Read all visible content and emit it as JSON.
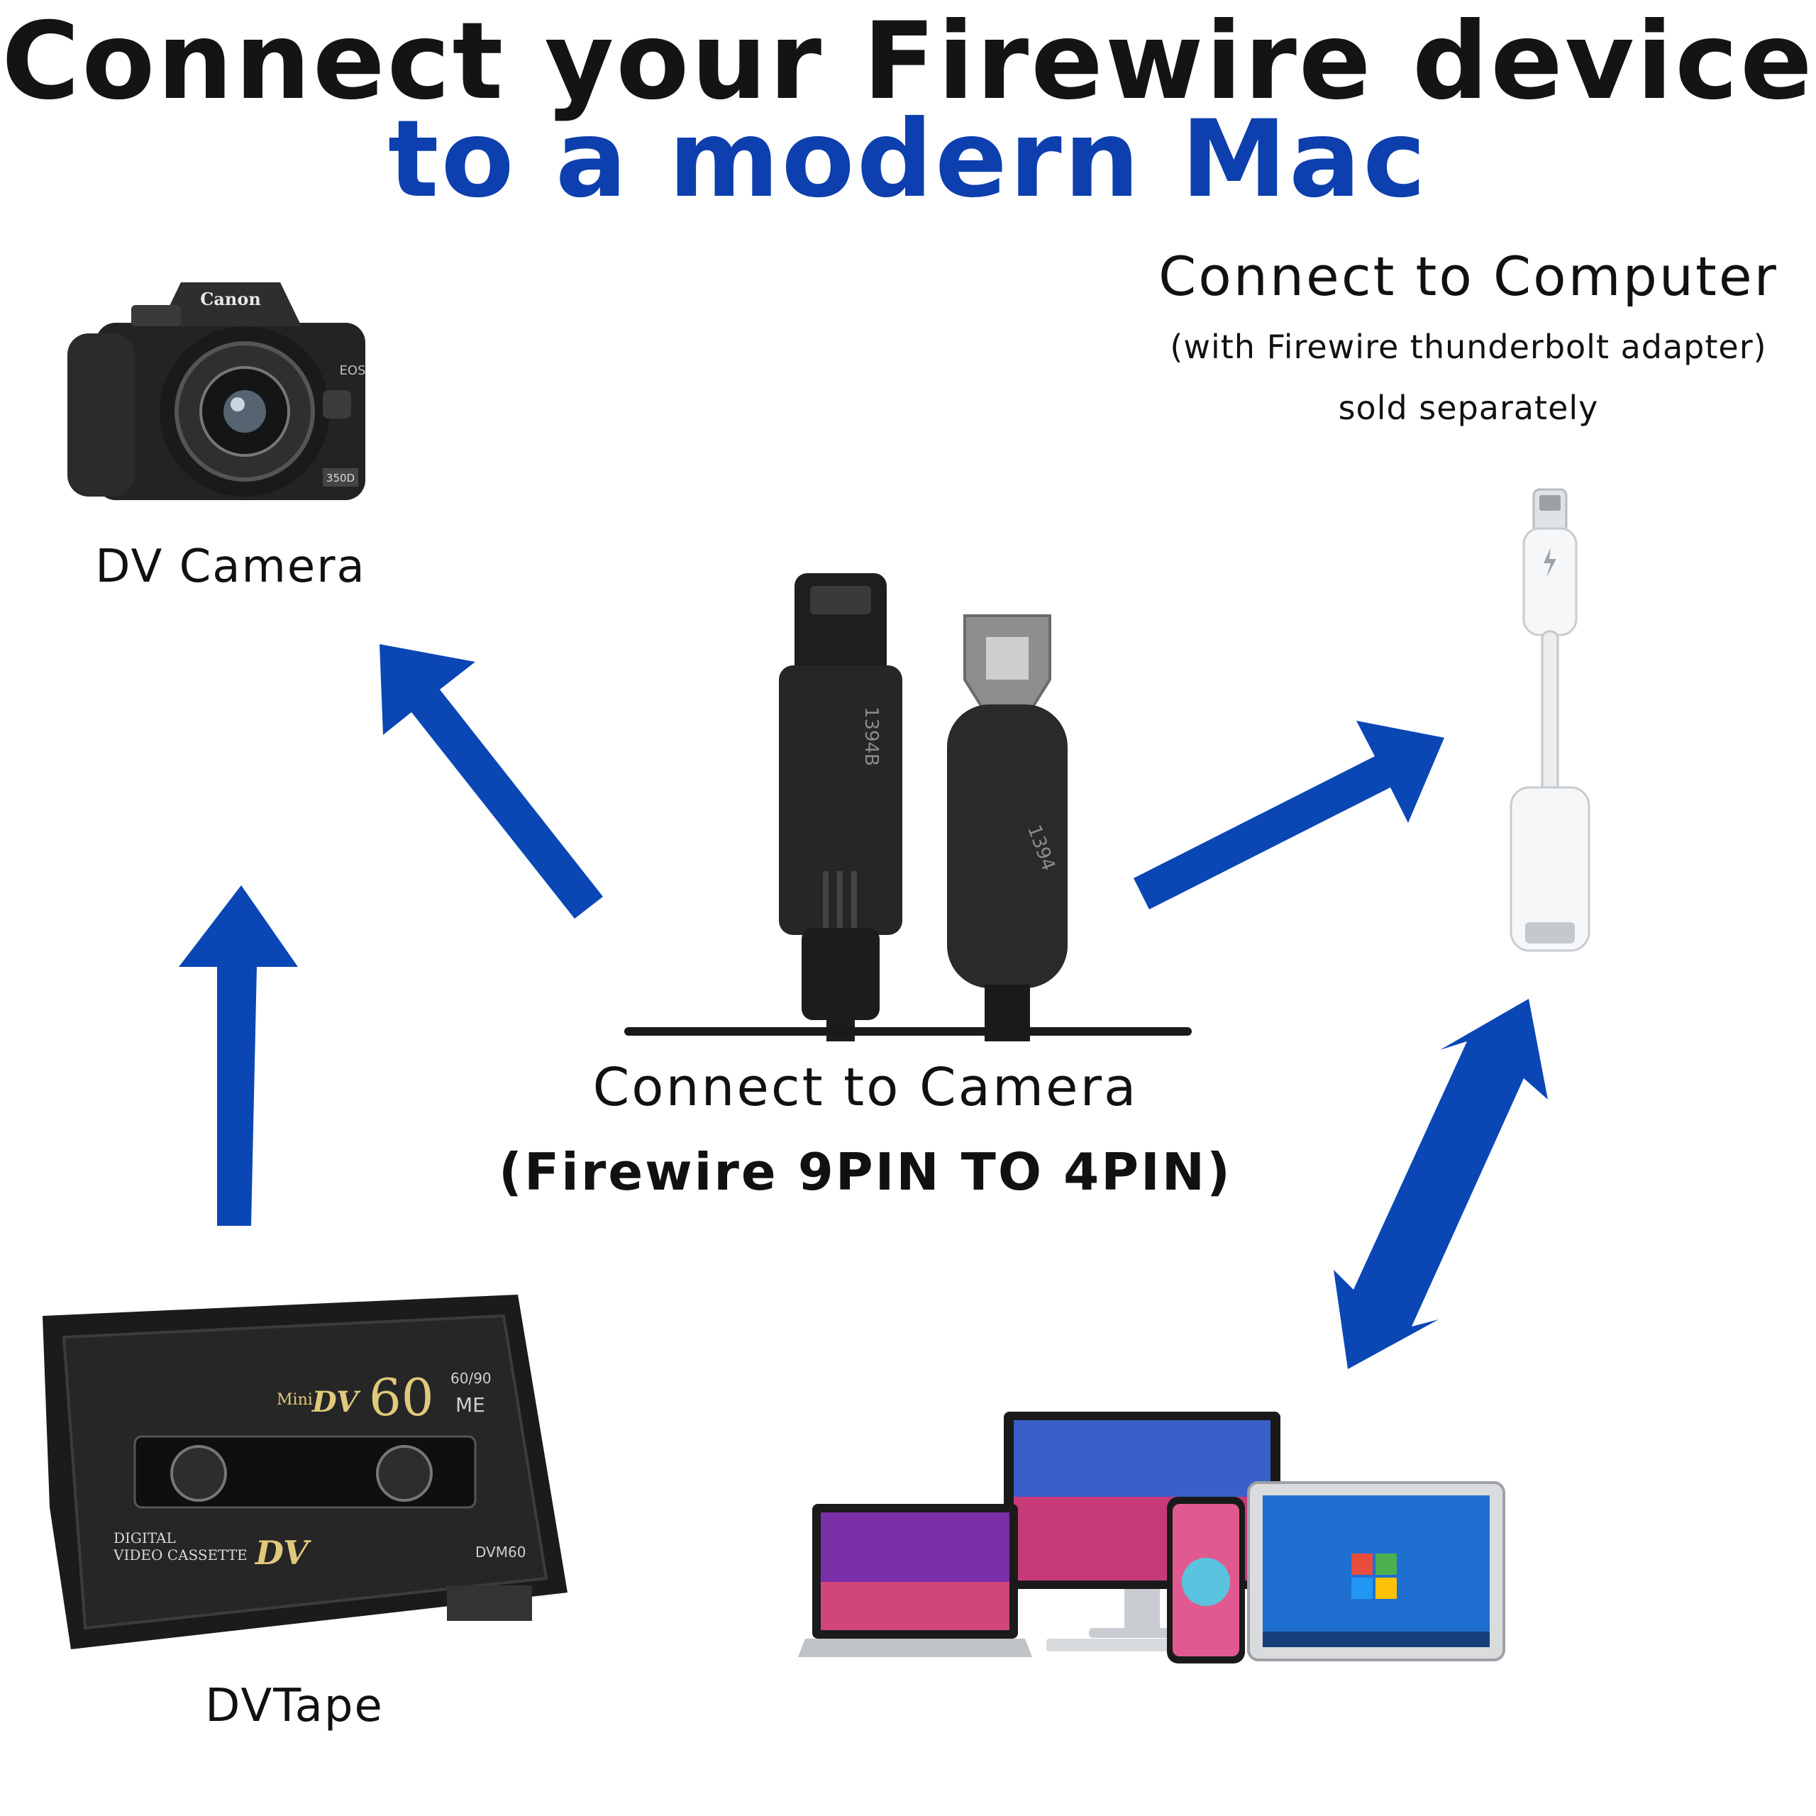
{
  "title": {
    "line1": "Connect your Firewire device",
    "line2": "to a modern Mac",
    "line2_color": "#0d3fae"
  },
  "accent_color": "#0a47b5",
  "labels": {
    "camera": "DV Camera",
    "computer": "Connect to Computer",
    "computer_note1": "(with Firewire thunderbolt adapter)",
    "computer_note2": "sold separately",
    "cable_title": "Connect to Camera",
    "cable_spec": "(Firewire 9PIN TO 4PIN)",
    "tape": "DVTape"
  },
  "camera_markings": {
    "brand": "Canon",
    "series": "EOS",
    "model": "350D"
  },
  "cable_markings": {
    "plug_9pin": "1394B",
    "plug_4pin": "1394"
  },
  "tape_markings": {
    "brand_small": "Mini",
    "brand_logo": "DV",
    "minutes": "60",
    "alt_minutes": "60/90",
    "grade": "ME",
    "caption_line1": "DIGITAL",
    "caption_line2": "VIDEO CASSETTE",
    "model": "DVM60"
  },
  "icons": [
    "dv-camera-icon",
    "firewire-cable-icon",
    "thunderbolt-adapter-icon",
    "dv-tape-icon",
    "devices-icon",
    "arrow-icon"
  ]
}
